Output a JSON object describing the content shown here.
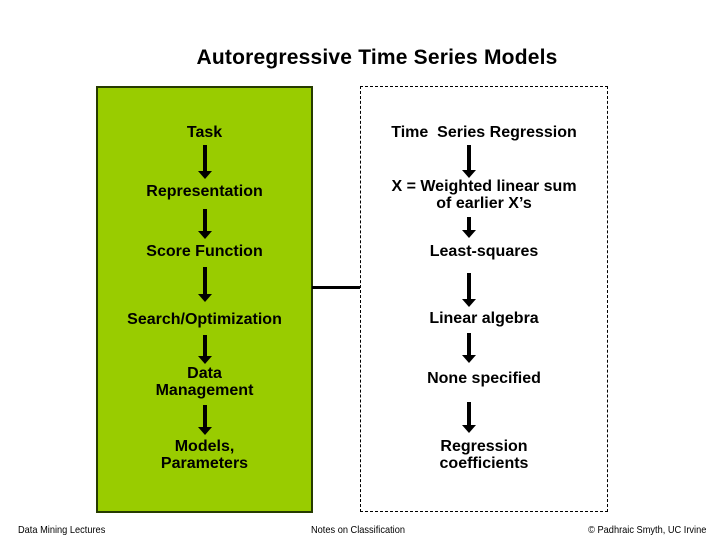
{
  "title": "Autoregressive Time Series Models",
  "left_panel": {
    "steps": [
      {
        "label": "Task"
      },
      {
        "label": "Representation"
      },
      {
        "label": "Score Function"
      },
      {
        "label": "Search/Optimization"
      },
      {
        "label": "Data\nManagement"
      },
      {
        "label": "Models,\nParameters"
      }
    ]
  },
  "right_panel": {
    "steps": [
      {
        "label": "Time  Series Regression"
      },
      {
        "label": "X = Weighted linear sum\nof earlier X’s"
      },
      {
        "label": "Least-squares"
      },
      {
        "label": "Linear algebra"
      },
      {
        "label": "None specified"
      },
      {
        "label": "Regression\ncoefficients"
      }
    ]
  },
  "footer": {
    "left": "Data Mining Lectures",
    "center": "Notes on Classification",
    "right": "© Padhraic Smyth, UC Irvine"
  },
  "colors": {
    "panel_fill": "#99cc00",
    "panel_border": "#263b00",
    "arrow": "#000000"
  }
}
